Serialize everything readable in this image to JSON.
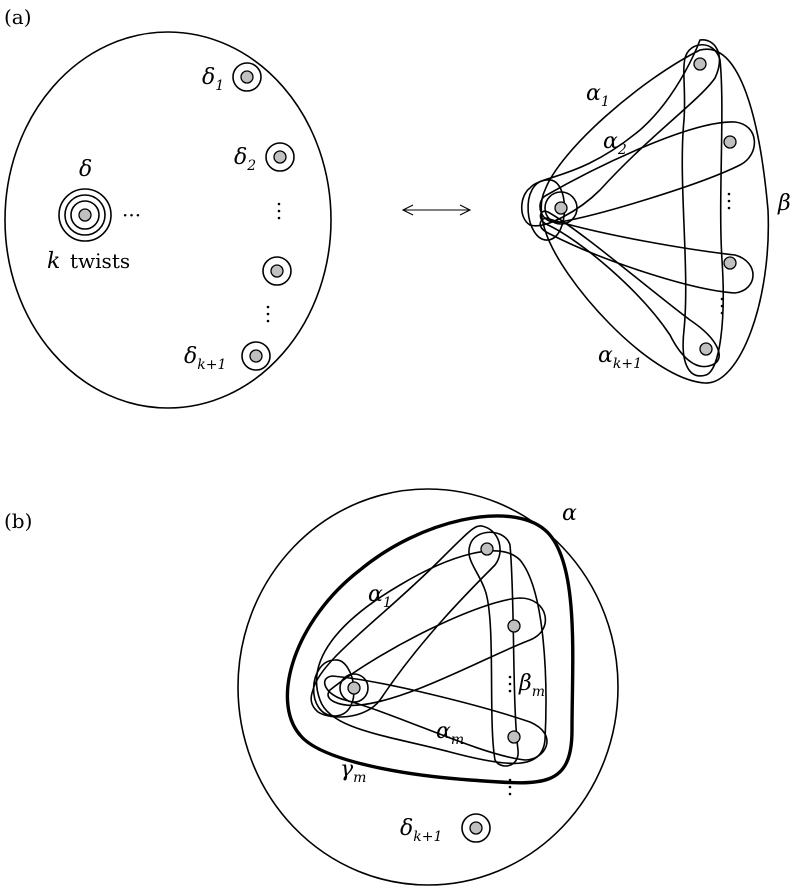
{
  "panel_a": {
    "tag": "(a)",
    "delta": "δ",
    "twists_k": "k",
    "twists_word": "twists",
    "ellipsis_h": "···",
    "delta_1": "δ",
    "delta_1_sub": "1",
    "delta_2": "δ",
    "delta_2_sub": "2",
    "delta_k1": "δ",
    "delta_k1_sub": "k+1",
    "alpha_1": "α",
    "alpha_1_sub": "1",
    "alpha_2": "α",
    "alpha_2_sub": "2",
    "alpha_k1": "α",
    "alpha_k1_sub": "k+1",
    "beta": "β"
  },
  "panel_b": {
    "tag": "(b)",
    "alpha": "α",
    "alpha_1": "α",
    "alpha_1_sub": "1",
    "alpha_m": "α",
    "alpha_m_sub": "m",
    "beta_m": "β",
    "beta_m_sub": "m",
    "gamma_m": "γ",
    "gamma_m_sub": "m",
    "delta_k1": "δ",
    "delta_k1_sub": "k+1"
  },
  "colors": {
    "puncture": "#c0c0c0",
    "line": "#000000"
  }
}
